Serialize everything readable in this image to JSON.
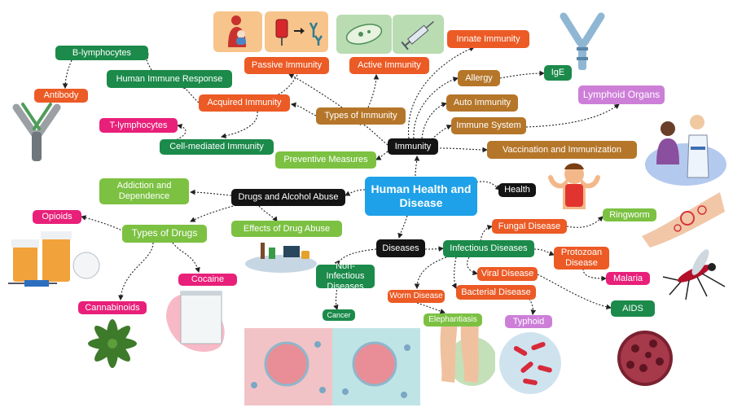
{
  "colors": {
    "central": "#1ea1e8",
    "black": "#141414",
    "orange": "#ec5a25",
    "green": "#1b8a4a",
    "lightgreen": "#7cc142",
    "tan": "#b5762a",
    "pink": "#e8207a",
    "lavender": "#cd7fd8",
    "line": "#222222"
  },
  "nodes": {
    "central": "Human Health and Disease",
    "immunity": "Immunity",
    "health": "Health",
    "diseases": "Diseases",
    "drugs_alcohol": "Drugs and Alcohol Abuse",
    "types_immunity": "Types of Immunity",
    "passive": "Passive Immunity",
    "active": "Active Immunity",
    "innate": "Innate Immunity",
    "acquired": "Acquired Immunity",
    "human_immune_response": "Human Immune Response",
    "b_lymphocytes": "B-lymphocytes",
    "antibody": "Antibody",
    "t_lymphocytes": "T-lymphocytes",
    "cell_mediated": "Cell-mediated Immunity",
    "allergy": "Allergy",
    "ige": "IgE",
    "auto_immunity": "Auto Immunity",
    "immune_system": "Immune System",
    "lymphoid_organs": "Lymphoid Organs",
    "vaccination": "Vaccination and Immunization",
    "preventive": "Preventive Measures",
    "addiction": "Addiction and Dependence",
    "types_drugs": "Types of Drugs",
    "opioids": "Opioids",
    "cocaine": "Cocaine",
    "cannabinoids": "Cannabinoids",
    "effects_drug": "Effects of Drug Abuse",
    "infectious": "Infectious Diseases",
    "non_infectious": "Non-Infectious Diseases",
    "cancer": "Cancer",
    "fungal": "Fungal Disease",
    "ringworm": "Ringworm",
    "protozoan": "Protozoan Disease",
    "malaria": "Malaria",
    "viral": "Viral Disease",
    "aids": "AIDS",
    "bacterial": "Bacterial Disease",
    "typhoid": "Typhoid",
    "worm": "Worm Disease",
    "elephantiasis": "Elephantiasis"
  }
}
